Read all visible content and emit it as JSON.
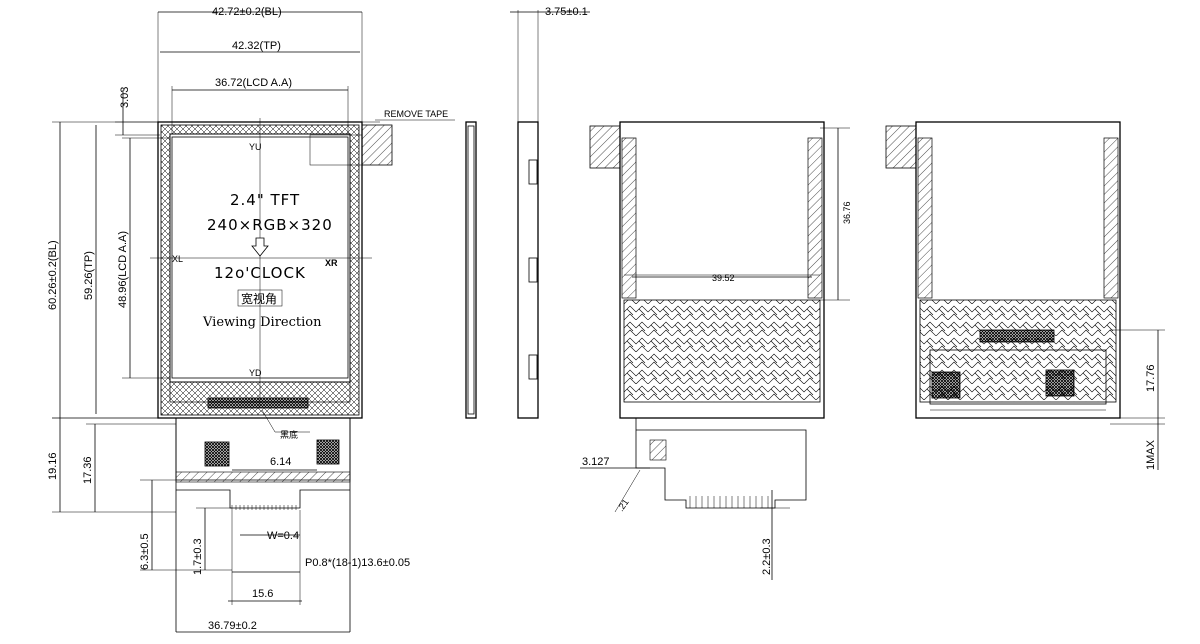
{
  "front_view": {
    "dim_bl_width": "42.72±0.2(BL)",
    "dim_tp_width": "42.32(TP)",
    "dim_lcd_width": "36.72(LCD A.A)",
    "dim_top_offset": "3.03",
    "dim_bl_height": "60.26±0.2(BL)",
    "dim_tp_height": "59.26(TP)",
    "dim_lcd_height": "48.96(LCD A.A)",
    "remove_tape": "REMOVE TAPE",
    "yu": "YU",
    "yd": "YD",
    "xl": "XL",
    "xr": "XR",
    "title_line1": "2.4\" TFT",
    "title_line2": "240×RGB×320",
    "clock": "12o'CLOCK",
    "chinese_view": "宽视角",
    "viewing_direction": "Viewing Direction",
    "black_bottom": "黑底"
  },
  "fpc": {
    "dim_19_16": "19.16",
    "dim_17_36": "17.36",
    "dim_6_14": "6.14",
    "dim_6_3": "6.3±0.5",
    "dim_1_7": "1.7±0.3",
    "dim_w": "W=0.4",
    "dim_pitch": "P0.8*(18-1)13.6±0.05",
    "dim_15_6": "15.6",
    "dim_36_79": "36.79±0.2"
  },
  "side_view": {
    "dim_thickness": "3.75±0.1"
  },
  "back_view_left": {
    "dim_36_76": "36.76",
    "dim_39_52": "39.52",
    "dim_3_127": "3.127",
    "dim_21": ".21",
    "dim_2_2": "2.2±0.3"
  },
  "back_view_right": {
    "dim_17_76": "17.76",
    "dim_1max": "1MAX"
  }
}
